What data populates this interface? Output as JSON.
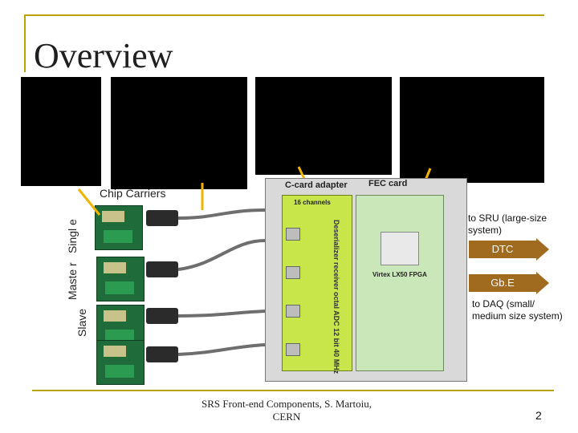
{
  "slide": {
    "title": "Overview",
    "chip_carriers_label": "Chip Carriers",
    "single_label": "Singl e",
    "master_label": "Maste r",
    "slave_label": "Slave",
    "cadapter_label": "C-card adapter",
    "fec_label": "FEC card",
    "channels_text": "16 channels",
    "deserializer_text": "Deserializer receiver",
    "adc_text": "octal ADC 12 bit 40 MHz",
    "fpga_text": "Virtex LX50 FPGA",
    "dtc_label": "DTC",
    "gbe_label": "Gb.E",
    "to_sru": "to SRU (large-size system)",
    "to_daq": "to DAQ (small/ medium size system)",
    "footer_text": "SRS Front-end Components, S. Martoiu, CERN",
    "page_number": "2"
  },
  "colors": {
    "accent": "#b9a400",
    "arrow": "#a06a1f",
    "pointer": "#f0b400"
  }
}
